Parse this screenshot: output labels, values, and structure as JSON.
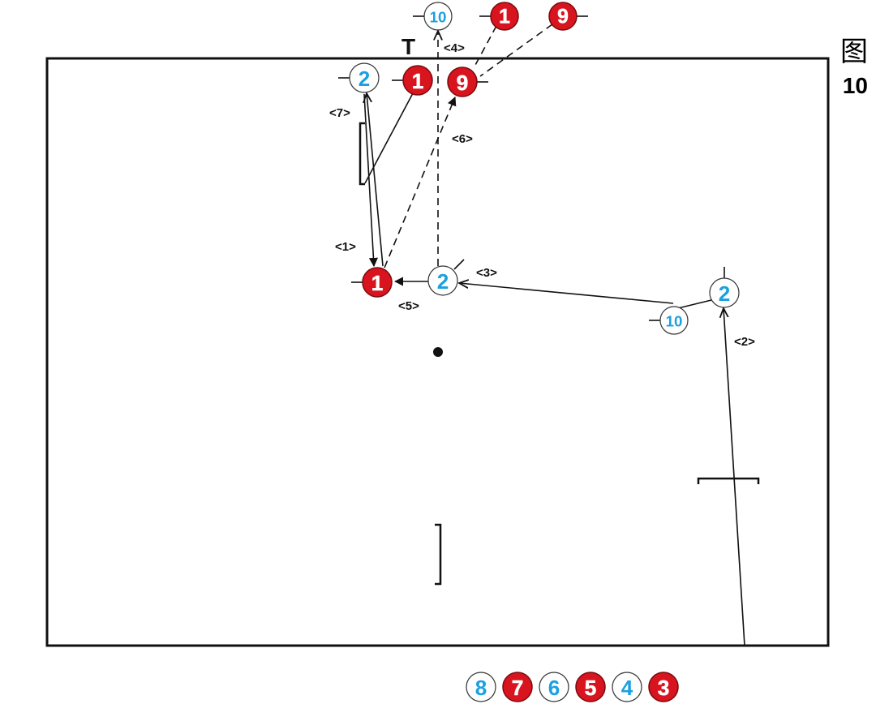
{
  "figure": {
    "title": "图",
    "number": "10"
  },
  "colors": {
    "blue_player": "#1ba0e0",
    "red_player": "#d8141e",
    "line": "#111111"
  },
  "players": [
    {
      "id": "p10-top",
      "team": "blue",
      "number": "10"
    },
    {
      "id": "p1-top",
      "team": "red",
      "number": "1"
    },
    {
      "id": "p9-top",
      "team": "red",
      "number": "9"
    },
    {
      "id": "p2-near",
      "team": "blue",
      "number": "2"
    },
    {
      "id": "p1-near",
      "team": "red",
      "number": "1"
    },
    {
      "id": "p9-near",
      "team": "red",
      "number": "9"
    },
    {
      "id": "p1-mid",
      "team": "red",
      "number": "1"
    },
    {
      "id": "p2-mid",
      "team": "blue",
      "number": "2"
    },
    {
      "id": "p2-right",
      "team": "blue",
      "number": "2"
    },
    {
      "id": "p10-right",
      "team": "blue",
      "number": "10"
    },
    {
      "id": "bench-8",
      "team": "blue",
      "number": "8"
    },
    {
      "id": "bench-7",
      "team": "red",
      "number": "7"
    },
    {
      "id": "bench-6",
      "team": "blue",
      "number": "6"
    },
    {
      "id": "bench-5",
      "team": "red",
      "number": "5"
    },
    {
      "id": "bench-4",
      "team": "blue",
      "number": "4"
    },
    {
      "id": "bench-3",
      "team": "red",
      "number": "3"
    }
  ],
  "step_labels": [
    "<1>",
    "<2>",
    "<3>",
    "<4>",
    "<5>",
    "<6>",
    "<7>"
  ],
  "marker_t": "T"
}
